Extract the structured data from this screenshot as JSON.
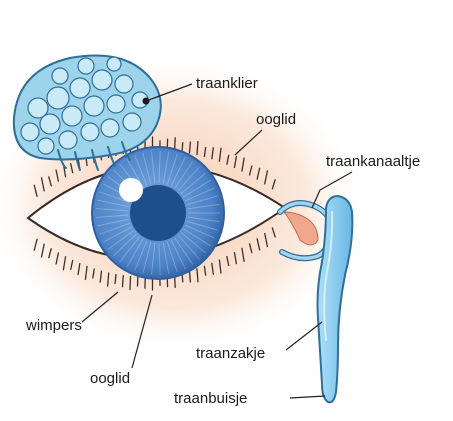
{
  "labels": {
    "traanklier": "traanklier",
    "ooglid_top": "ooglid",
    "traankanaaltje": "traankanaaltje",
    "wimpers": "wimpers",
    "traanzakje": "traanzakje",
    "ooglid_bottom": "ooglid",
    "traanbuisje": "traanbuisje"
  },
  "icons": {
    "eye": "eye-icon",
    "lacrimal_gland": "lacrimal-gland-icon",
    "tear_duct": "tear-duct-icon"
  },
  "colors": {
    "skin": "#f3c2a2",
    "iris": "#5b8fd1",
    "iris_edge": "#2f5f9e",
    "pupil": "#1f4f8a",
    "gland": "#9ed3ec",
    "gland_stroke": "#2d6f96",
    "duct": "#8ccbef",
    "duct_stroke": "#2f6f98",
    "caruncle": "#f0a78b",
    "lash": "#3c2f2a",
    "line": "#222222"
  }
}
